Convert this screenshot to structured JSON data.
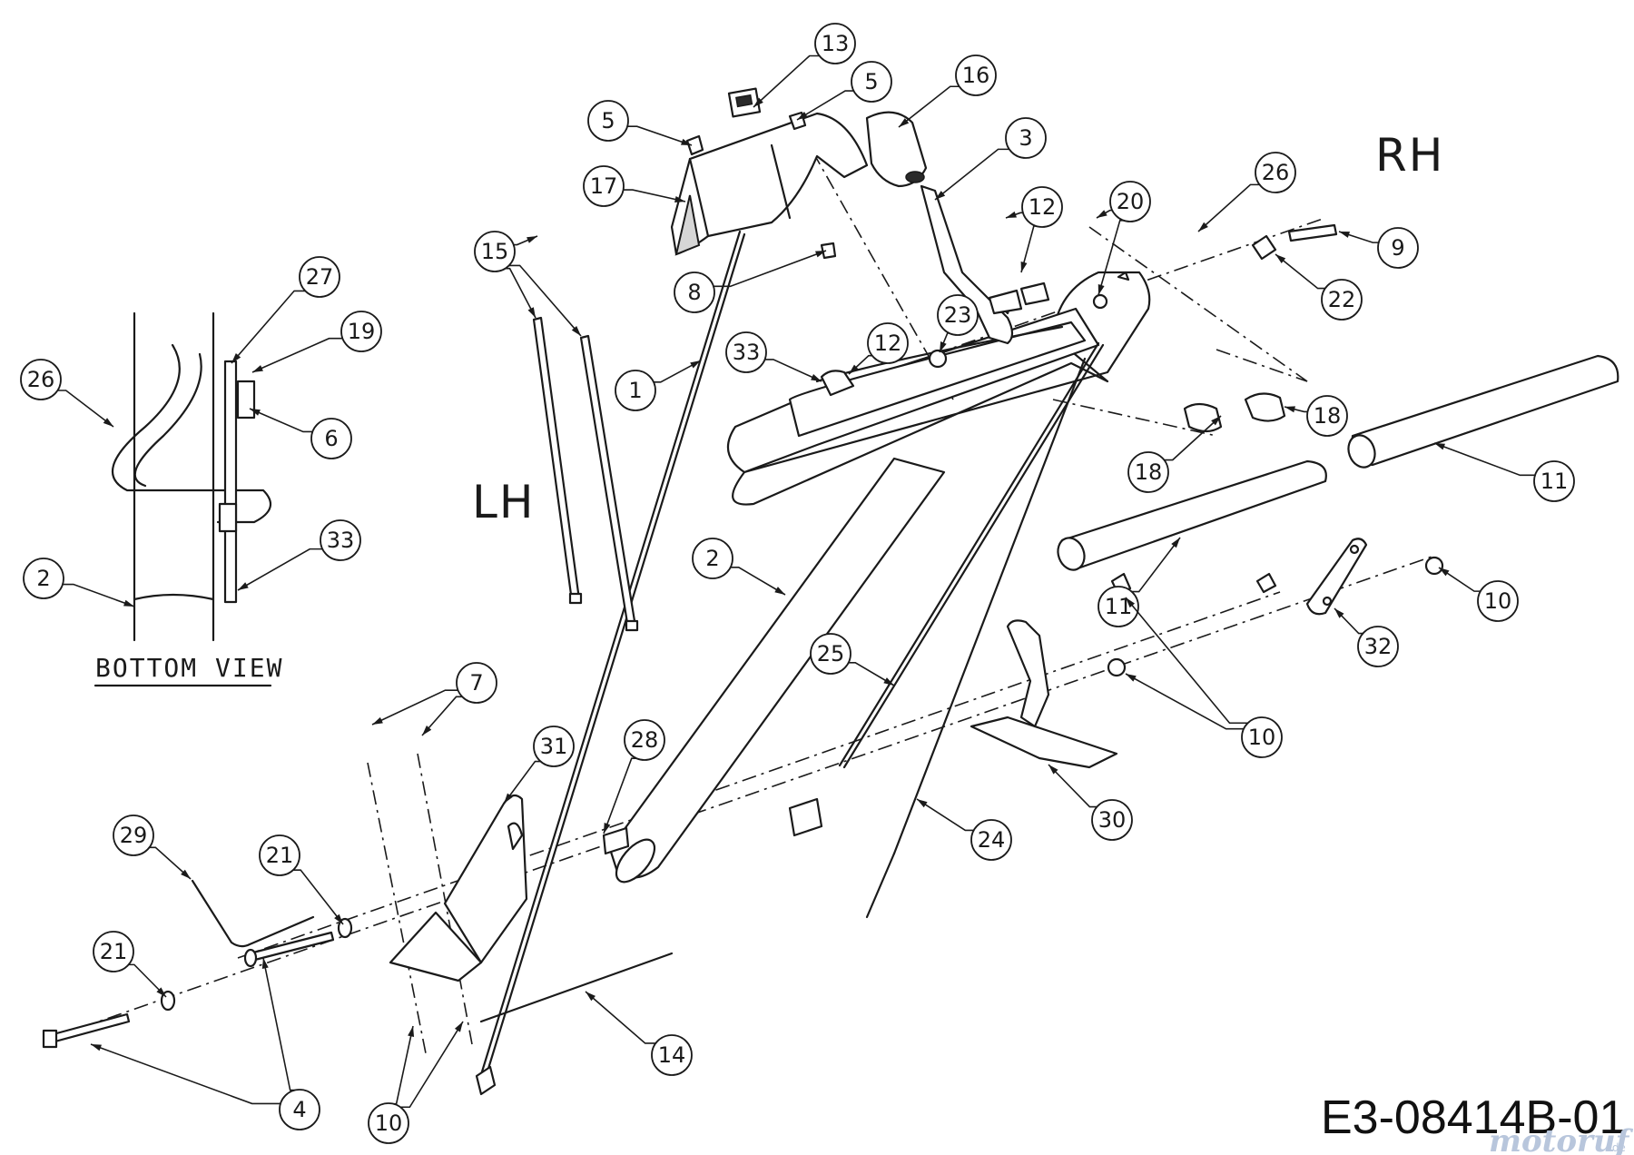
{
  "diagram": {
    "labels": {
      "left_side": "LH",
      "right_side": "RH",
      "bottom_view": "BOTTOM VIEW",
      "drawing_number": "E3-08414B-01"
    },
    "watermark": {
      "text": "motoruf",
      "suffix": ".de"
    },
    "callouts": [
      {
        "label": "13"
      },
      {
        "label": "5"
      },
      {
        "label": "5"
      },
      {
        "label": "16"
      },
      {
        "label": "3"
      },
      {
        "label": "17"
      },
      {
        "label": "12"
      },
      {
        "label": "20"
      },
      {
        "label": "26"
      },
      {
        "label": "9"
      },
      {
        "label": "22"
      },
      {
        "label": "8"
      },
      {
        "label": "15"
      },
      {
        "label": "23"
      },
      {
        "label": "33"
      },
      {
        "label": "12"
      },
      {
        "label": "27"
      },
      {
        "label": "19"
      },
      {
        "label": "26"
      },
      {
        "label": "6"
      },
      {
        "label": "33"
      },
      {
        "label": "2"
      },
      {
        "label": "1"
      },
      {
        "label": "18"
      },
      {
        "label": "18"
      },
      {
        "label": "11"
      },
      {
        "label": "11"
      },
      {
        "label": "2"
      },
      {
        "label": "10"
      },
      {
        "label": "32"
      },
      {
        "label": "25"
      },
      {
        "label": "10"
      },
      {
        "label": "7"
      },
      {
        "label": "31"
      },
      {
        "label": "28"
      },
      {
        "label": "30"
      },
      {
        "label": "24"
      },
      {
        "label": "29"
      },
      {
        "label": "21"
      },
      {
        "label": "21"
      },
      {
        "label": "14"
      },
      {
        "label": "4"
      },
      {
        "label": "10"
      }
    ]
  }
}
